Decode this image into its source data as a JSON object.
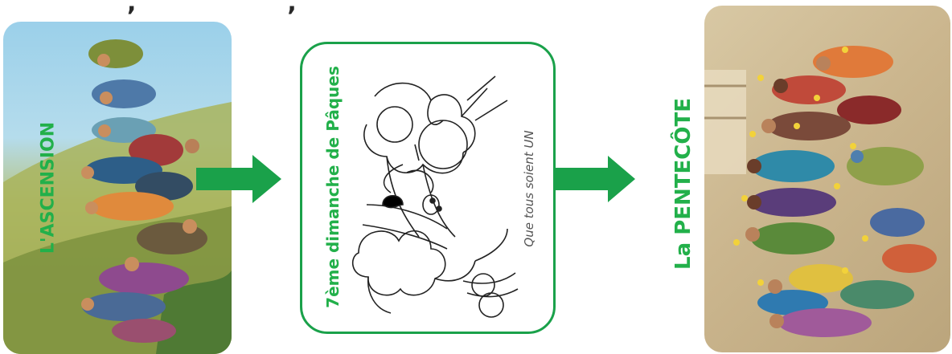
{
  "top_caption": ", [partially cropped heading]",
  "panels": {
    "left": {
      "label": "L'ASCENSION",
      "label_color": "#22b04a"
    },
    "middle": {
      "title": "7ème dimanche de Pâques",
      "subtitle": "Que tous soient UN",
      "title_color": "#22b04a",
      "border_color": "#1aa14a",
      "subtitle_color": "#555555"
    },
    "right": {
      "label": "La PENTECÔTE",
      "label_color": "#22b04a"
    }
  },
  "arrows": [
    {
      "color": "#1aa14a",
      "icon": "arrow-right-icon"
    },
    {
      "color": "#1aa14a",
      "icon": "arrow-right-icon"
    }
  ]
}
